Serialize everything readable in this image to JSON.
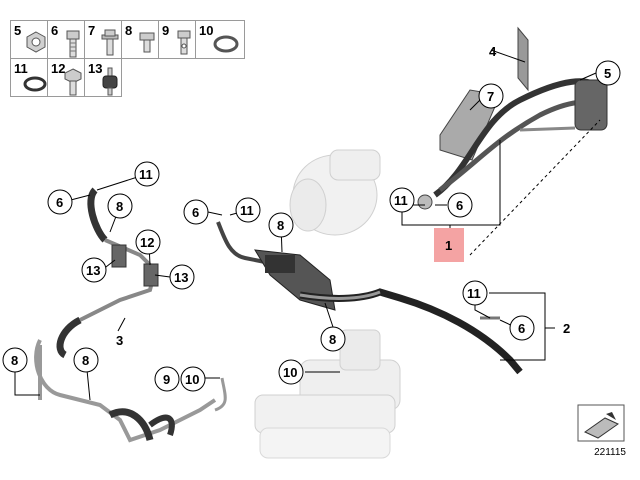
{
  "legend": {
    "row1": [
      {
        "num": "5",
        "icon": "nut-icon"
      },
      {
        "num": "6",
        "icon": "hex-bolt-icon"
      },
      {
        "num": "7",
        "icon": "flange-bolt-icon"
      },
      {
        "num": "8",
        "icon": "short-bolt-icon"
      },
      {
        "num": "9",
        "icon": "banjo-bolt-icon"
      },
      {
        "num": "10",
        "icon": "sealing-ring-icon"
      }
    ],
    "row2": [
      {
        "num": "11",
        "icon": "o-ring-icon"
      },
      {
        "num": "12",
        "icon": "hex-bolt-large-icon"
      },
      {
        "num": "13",
        "icon": "rubber-mount-icon"
      }
    ]
  },
  "callouts": {
    "c4": "4",
    "c5": "5",
    "c7": "7",
    "c11a": "11",
    "c6a": "6",
    "c1": "1",
    "c11b": "11",
    "c6b": "6",
    "c8a": "8",
    "c12": "12",
    "c13a": "13",
    "c13b": "13",
    "c3": "3",
    "c6c": "6",
    "c11c": "11",
    "c8b": "8",
    "c8c": "8",
    "c11d": "11",
    "c6d": "6",
    "c2": "2",
    "c8d": "8",
    "c8e": "8",
    "c9": "9",
    "c10a": "10",
    "c10b": "10"
  },
  "highlight_color": "#f4a3a3",
  "plate_number": "221115"
}
